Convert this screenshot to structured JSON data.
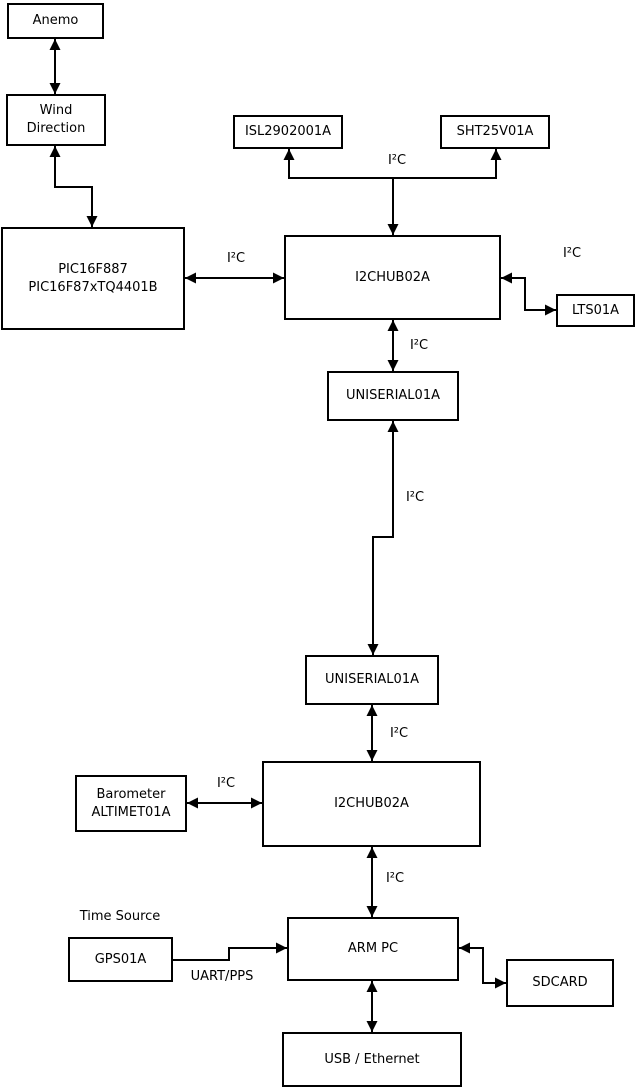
{
  "nodes": {
    "anemo": {
      "label": "Anemo"
    },
    "wind_direction": {
      "line1": "Wind",
      "line2": "Direction"
    },
    "pic": {
      "line1": "PIC16F887",
      "line2": "PIC16F87xTQ4401B"
    },
    "isl": {
      "label": "ISL2902001A"
    },
    "sht": {
      "label": "SHT25V01A"
    },
    "i2chub_top": {
      "label": "I2CHUB02A"
    },
    "lts": {
      "label": "LTS01A"
    },
    "uniserial_top": {
      "label": "UNISERIAL01A"
    },
    "uniserial_bottom": {
      "label": "UNISERIAL01A"
    },
    "barometer": {
      "line1": "Barometer",
      "line2": "ALTIMET01A"
    },
    "i2chub_bottom": {
      "label": "I2CHUB02A"
    },
    "gps": {
      "label": "GPS01A"
    },
    "arm_pc": {
      "label": "ARM PC"
    },
    "sdcard": {
      "label": "SDCARD"
    },
    "usb_ethernet": {
      "label": "USB / Ethernet"
    }
  },
  "edge_labels": {
    "i2c": "I²C",
    "uart_pps": "UART/PPS",
    "time_source": "Time Source"
  },
  "colors": {
    "line": "#000000",
    "background": "#ffffff",
    "text": "#000000"
  }
}
